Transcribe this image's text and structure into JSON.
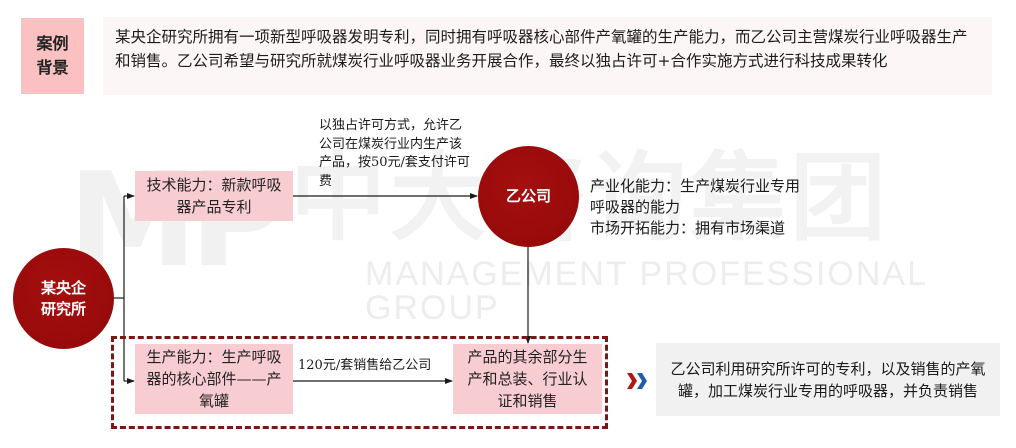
{
  "watermark": {
    "logo": "MP",
    "chinese": "中大咨询集团",
    "english": "MANAGEMENT PROFESSIONAL GROUP"
  },
  "header": {
    "label_line1": "案例",
    "label_line2": "背景",
    "description": "某央企研究所拥有一项新型呼吸器发明专利，同时拥有呼吸器核心部件产氧罐的生产能力，而乙公司主营煤炭行业呼吸器生产和销售。乙公司希望与研究所就煤炭行业呼吸器业务开展合作，最终以独占许可+合作实施方式进行科技成果转化"
  },
  "nodes": {
    "institute": {
      "line1": "某央企",
      "line2": "研究所"
    },
    "company_b": {
      "label": "乙公司"
    },
    "tech_capability": "技术能力：新款呼吸器产品专利",
    "production_capability": "生产能力：生产呼吸器的核心部件——产氧罐",
    "remaining_parts": "产品的其余部分生产和总装、行业认证和销售"
  },
  "edges": {
    "license_note": "以独占许可方式，允许乙公司在煤炭行业内生产该产品，按50元/套支付许可费",
    "sale_note": "120元/套销售给乙公司"
  },
  "company_b_capabilities": {
    "line1": "产业化能力：生产煤炭行业专用",
    "line2": "呼吸器的能力",
    "line3": "市场开拓能力：拥有市场渠道"
  },
  "result": {
    "text": "乙公司利用研究所许可的专利，以及销售的产氧罐，加工煤炭行业专用的呼吸器，并负责销售"
  },
  "colors": {
    "circle_red": "#9b0d0d",
    "pink_box": "#f8cdd2",
    "label_pink": "#fbc0c1",
    "dashed_border": "#7a1717",
    "chevron_red": "#b01818",
    "chevron_blue": "#1f5fa6",
    "result_grey": "#f1f1f1"
  }
}
